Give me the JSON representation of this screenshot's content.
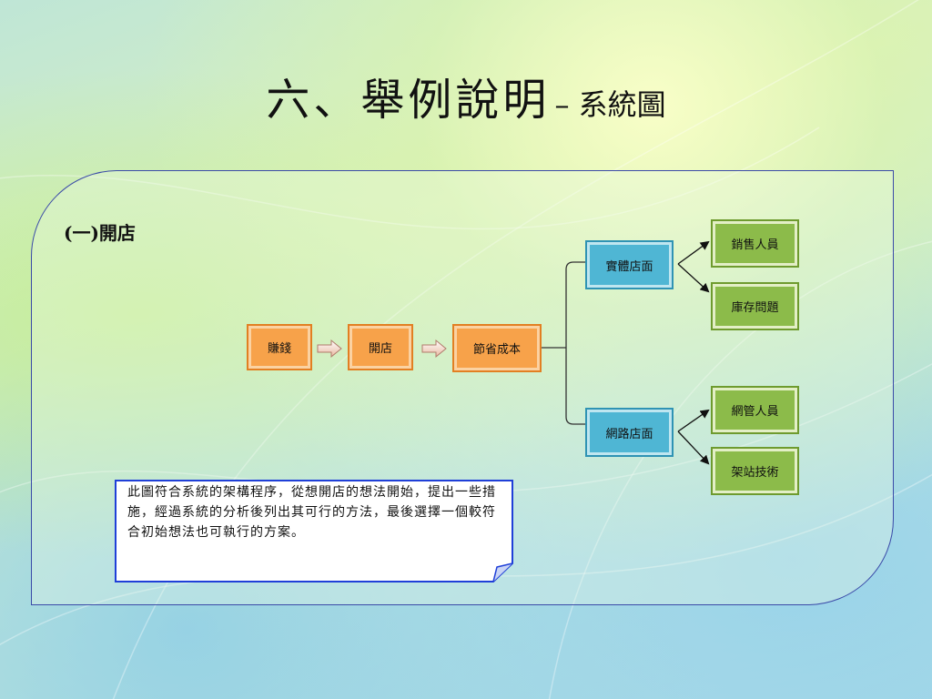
{
  "title": {
    "main": "六、舉例說明",
    "sub": "– 系統圖"
  },
  "section_label": "(一)開店",
  "flow": [
    "賺錢",
    "開店",
    "節省成本"
  ],
  "branches": [
    {
      "label": "實體店面",
      "leaves": [
        "銷售人員",
        "庫存問題"
      ]
    },
    {
      "label": "網路店面",
      "leaves": [
        "網管人員",
        "架站技術"
      ]
    }
  ],
  "note": "此圖符合系統的架構程序，從想開店的想法開始，提出一些措施，經過系統的分析後列出其可行的方法，最後選擇一個較符合初始想法也可執行的方案。",
  "colors": {
    "flow_box": "#f7a24a",
    "branch_box": "#4fb6d4",
    "leaf_box": "#8cbb4a",
    "panel_border": "#3a4aa8",
    "note_border": "#1f3fd8"
  }
}
